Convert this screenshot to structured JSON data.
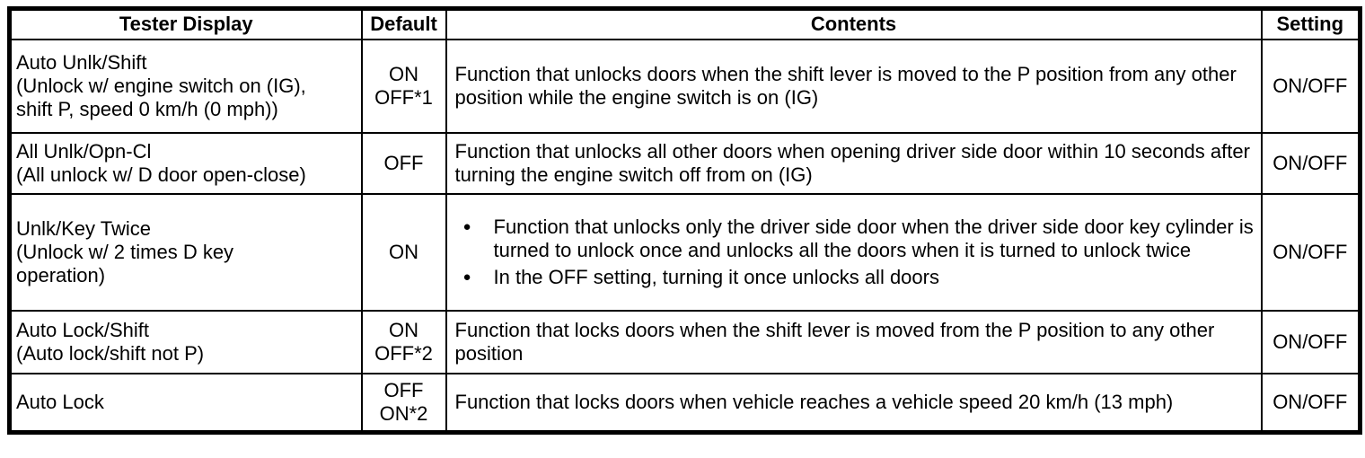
{
  "colors": {
    "border": "#000000",
    "text": "#000000",
    "background": "#ffffff"
  },
  "icons": {
    "bullet": "●"
  },
  "table": {
    "columns": [
      {
        "label": "Tester Display"
      },
      {
        "label": "Default"
      },
      {
        "label": "Contents"
      },
      {
        "label": "Setting"
      }
    ],
    "rows": [
      {
        "tester_display_lines": [
          "Auto Unlk/Shift",
          "(Unlock w/ engine switch on (IG),",
          "shift P, speed 0 km/h (0 mph))"
        ],
        "default_lines": [
          "ON",
          "OFF*1"
        ],
        "contents": {
          "bulleted": false,
          "items": [
            "Function that unlocks doors when the shift lever is moved to the P position from any other position while the engine switch is on (IG)"
          ]
        },
        "setting": "ON/OFF"
      },
      {
        "tester_display_lines": [
          "All Unlk/Opn-Cl",
          "(All unlock w/ D door open-close)"
        ],
        "default_lines": [
          "OFF"
        ],
        "contents": {
          "bulleted": false,
          "items": [
            "Function that unlocks all other doors when opening driver side door within 10 seconds after turning the engine switch off from on (IG)"
          ]
        },
        "setting": "ON/OFF"
      },
      {
        "tester_display_lines": [
          "Unlk/Key Twice",
          "(Unlock w/ 2 times D key",
          "operation)"
        ],
        "default_lines": [
          "ON"
        ],
        "contents": {
          "bulleted": true,
          "items": [
            "Function that unlocks only the driver side door when the driver side door key cylinder is turned to unlock once and unlocks all the doors when it is turned to unlock twice",
            "In the OFF setting, turning it once unlocks all doors"
          ]
        },
        "setting": "ON/OFF"
      },
      {
        "tester_display_lines": [
          "Auto Lock/Shift",
          "(Auto lock/shift not P)"
        ],
        "default_lines": [
          "ON",
          "OFF*2"
        ],
        "contents": {
          "bulleted": false,
          "items": [
            "Function that locks doors when the shift lever is moved from the P position to any other position"
          ]
        },
        "setting": "ON/OFF"
      },
      {
        "tester_display_lines": [
          "Auto Lock"
        ],
        "default_lines": [
          "OFF",
          "ON*2"
        ],
        "contents": {
          "bulleted": false,
          "items": [
            "Function that locks doors when vehicle reaches a vehicle speed 20 km/h (13 mph)"
          ]
        },
        "setting": "ON/OFF"
      }
    ]
  }
}
